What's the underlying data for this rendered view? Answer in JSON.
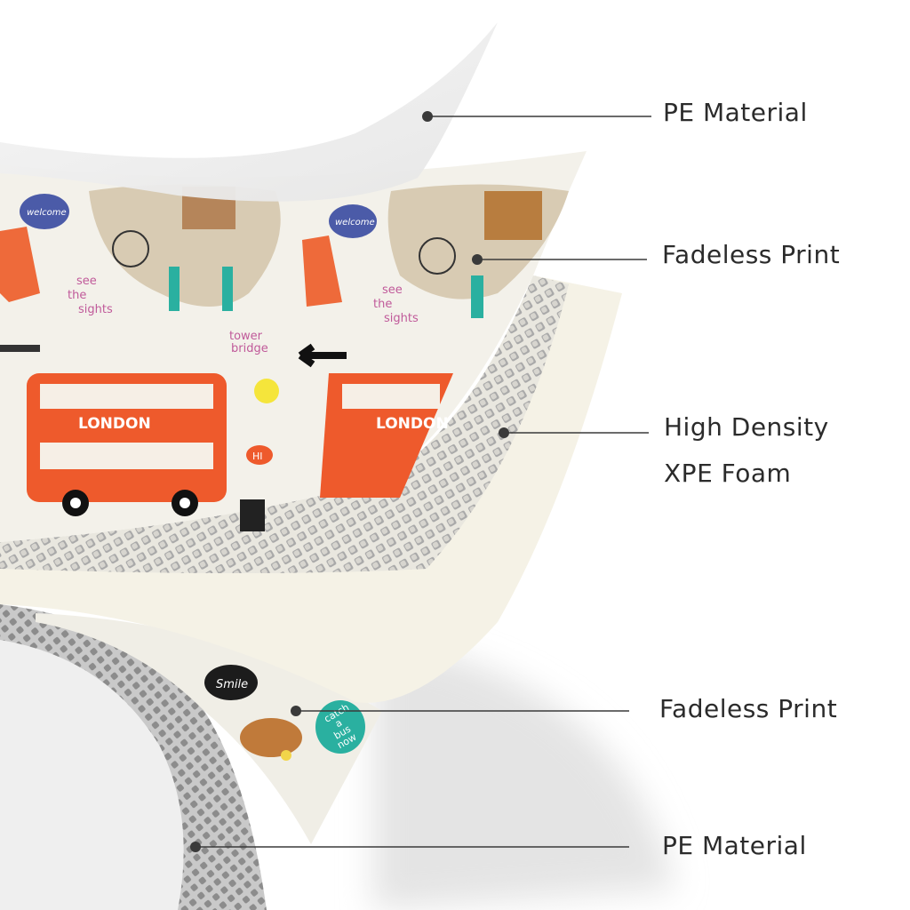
{
  "labels": {
    "top_pe": "PE Material",
    "top_print": "Fadeless Print",
    "foam_line1": "High Density",
    "foam_line2": "XPE Foam",
    "bottom_print": "Fadeless Print",
    "bottom_pe": "PE Material"
  },
  "illustration_text": {
    "welcome": "welcome",
    "see_the_sights": [
      "see",
      "the",
      "sights"
    ],
    "tower_bridge": [
      "tower",
      "bridge"
    ],
    "london": "LONDON",
    "hi": "HI",
    "smile": "Smile",
    "catch_a_bus_now": [
      "catch",
      "a",
      "bus",
      "now"
    ]
  },
  "colors": {
    "pe_layer": "#eeeeee",
    "print_background": "#f3f1ea",
    "foam": "#f5f2e6",
    "foam_texture": "#9a9a9a",
    "bus": "#ee5a2c",
    "label_text": "#2b2b2b",
    "leader_line": "#3a3a3a"
  }
}
